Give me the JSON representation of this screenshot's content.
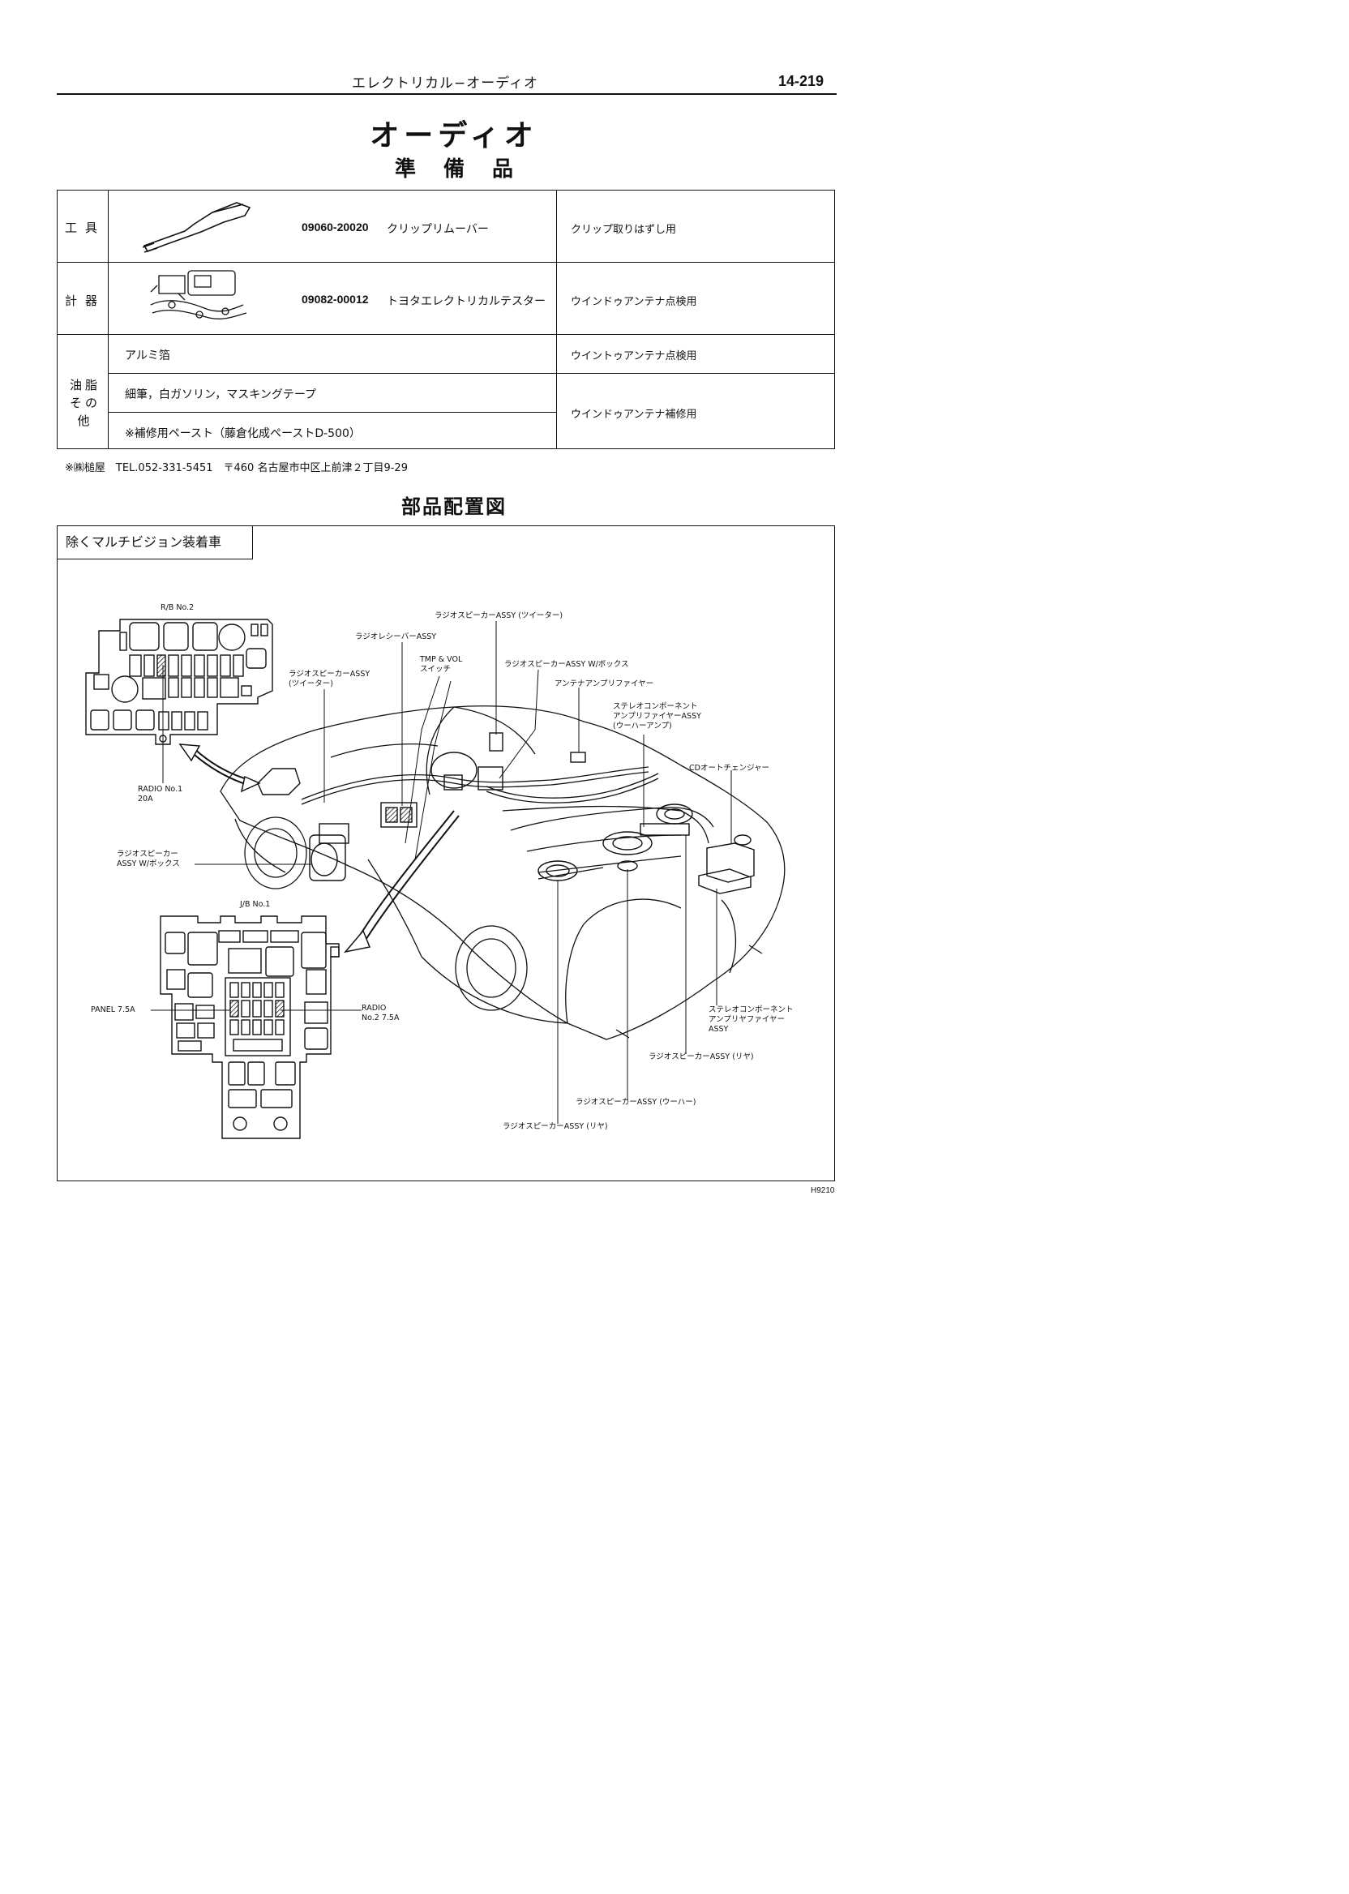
{
  "header": {
    "section": "エレクトリカル−オーディオ",
    "page_number": "14-219"
  },
  "title": {
    "main": "オーディオ",
    "sub": "準備品"
  },
  "prep_table": {
    "rows": [
      {
        "category": "工具",
        "part_number": "09060-20020",
        "name": "クリップリムーバー",
        "usage": "クリップ取りはずし用"
      },
      {
        "category": "計器",
        "part_number": "09082-00012",
        "name": "トヨタエレクトリカルテスター",
        "usage": "ウインドゥアンテナ点検用"
      }
    ],
    "oils_category": "油脂\nその他",
    "oils": [
      {
        "item": "アルミ箔",
        "usage": "ウイントゥアンテナ点検用"
      },
      {
        "item": "細筆，白ガソリン，マスキングテープ",
        "usage": "ウインドゥアンテナ補修用"
      },
      {
        "item": "※補修用ペースト（藤倉化成ペーストD-500）"
      }
    ]
  },
  "supplier_note": "※㈱槌屋　TEL.052-331-5451　〒460 名古屋市中区上前津２丁目9-29",
  "diagram": {
    "title": "部品配置図",
    "variant_label": "除くマルチビジョン装着車",
    "rb_title": "R/B No.2",
    "jb_title": "J/B No.1",
    "labels": {
      "radio_no1": "RADIO No.1\n20A",
      "panel": "PANEL 7.5A",
      "radio_no2": "RADIO\nNo.2 7.5A",
      "speaker_wbox": "ラジオスピーカー\nASSY W/ボックス",
      "speaker_tweeter_front": "ラジオスピーカーASSY\n(ツイーター)",
      "receiver": "ラジオレシーバーASSY",
      "tmp_vol": "TMP & VOL\nスイッチ",
      "speaker_tweeter_top": "ラジオスピーカーASSY (ツイーター)",
      "speaker_wbox_rear": "ラジオスピーカーASSY W/ボックス",
      "antenna_amp": "アンテナアンプリファイヤー",
      "stereo_amp_woofer": "ステレオコンポーネント\nアンプリファイヤーASSY\n(ウーハーアンプ)",
      "cd_changer": "CDオートチェンジャー",
      "stereo_amp": "ステレオコンポーネント\nアンプリヤファイヤー\nASSY",
      "speaker_rear_right": "ラジオスピーカーASSY (リヤ)",
      "speaker_woofer": "ラジオスピーカーASSY (ウーハー)",
      "speaker_rear_left": "ラジオスピーカーASSY (リヤ)"
    }
  },
  "document_code": "H9210"
}
